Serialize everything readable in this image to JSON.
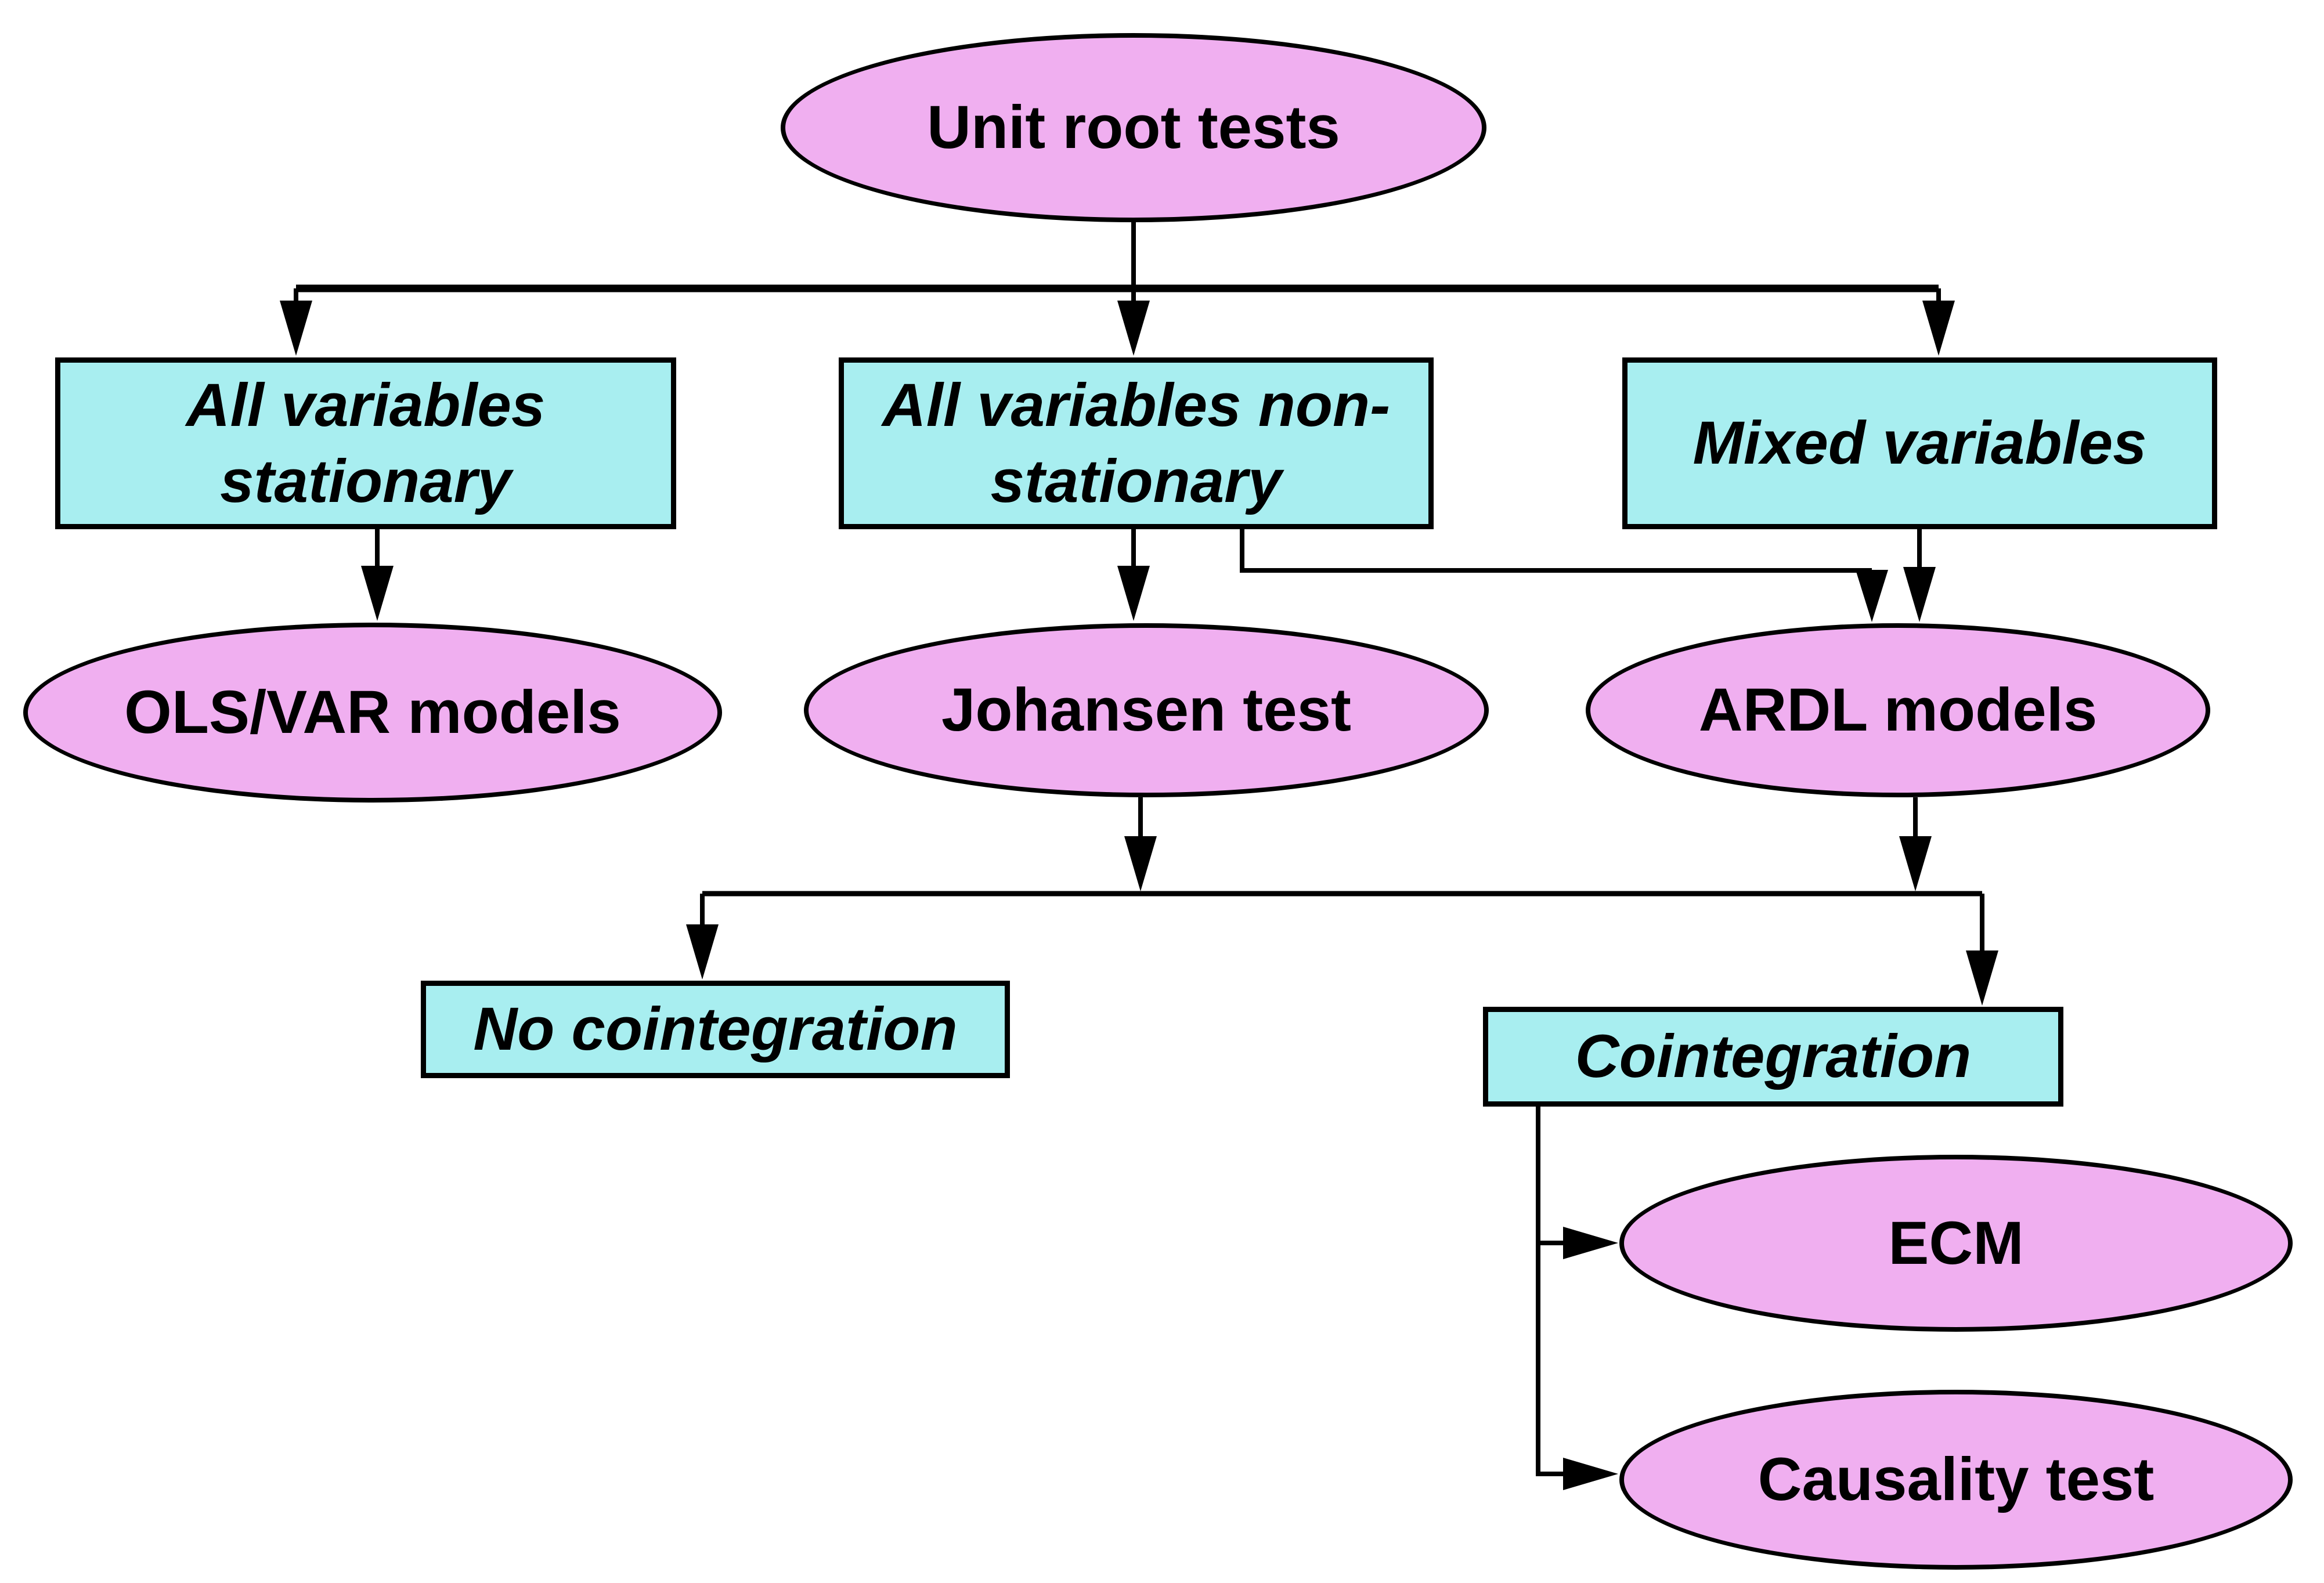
{
  "colors": {
    "background": "#FFFFFF",
    "ellipse_fill": "#F0AFF0",
    "box_fill": "#A8EEF0",
    "stroke": "#000000"
  },
  "nodes": {
    "unit_root": {
      "label": "Unit root tests"
    },
    "all_stationary": {
      "line1": "All variables",
      "line2": "stationary"
    },
    "all_nonstationary": {
      "line1": "All variables non-",
      "line2": "stationary"
    },
    "mixed_variables": {
      "line1": "Mixed variables",
      "line2": ""
    },
    "ols_var": {
      "label": "OLS/VAR models"
    },
    "johansen": {
      "label": "Johansen test"
    },
    "ardl": {
      "label": "ARDL models"
    },
    "no_cointegration": {
      "line1": "No cointegration",
      "line2": ""
    },
    "cointegration": {
      "line1": "Cointegration",
      "line2": ""
    },
    "ecm": {
      "label": "ECM"
    },
    "causality": {
      "label": "Causality test"
    }
  }
}
